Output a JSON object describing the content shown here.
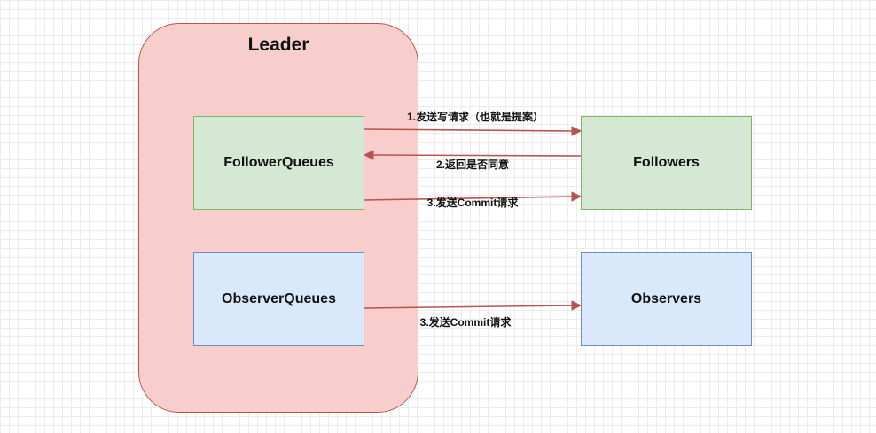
{
  "diagram": {
    "leader": {
      "title": "Leader"
    },
    "nodes": {
      "follower_queues": "FollowerQueues",
      "observer_queues": "ObserverQueues",
      "followers": "Followers",
      "observers": "Observers"
    },
    "edges": [
      {
        "from": "FollowerQueues",
        "to": "Followers",
        "label": "1.发送写请求（也就是提案）"
      },
      {
        "from": "Followers",
        "to": "FollowerQueues",
        "label": "2.返回是否同意"
      },
      {
        "from": "FollowerQueues",
        "to": "Followers",
        "label": "3.发送Commit请求"
      },
      {
        "from": "ObserverQueues",
        "to": "Observers",
        "label": "3.发送Commit请求"
      }
    ],
    "colors": {
      "leader_fill": "#f8cecc",
      "leader_stroke": "#b85450",
      "follower_fill": "#d5e8d4",
      "follower_stroke": "#82b366",
      "observer_fill": "#dae8fc",
      "observer_stroke": "#6c8ebf",
      "arrow": "#b85450"
    }
  }
}
